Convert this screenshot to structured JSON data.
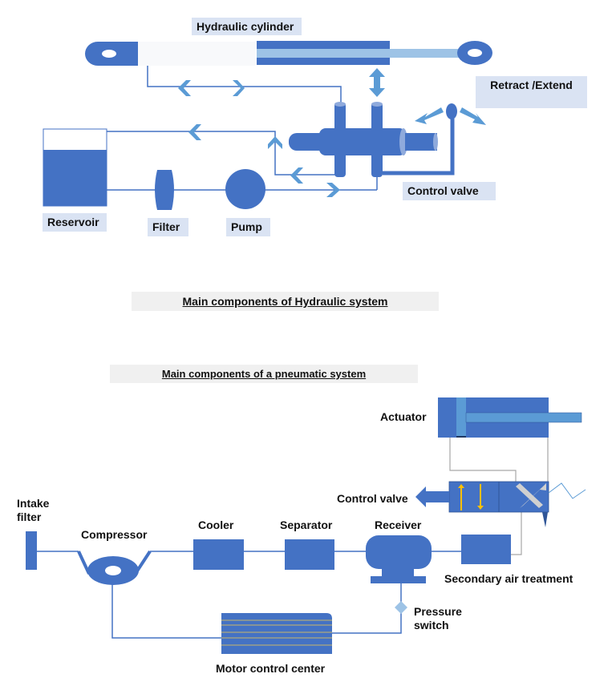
{
  "colors": {
    "component_blue": "#4472c4",
    "light_blue": "#9dc3e6",
    "arrow_blue": "#5b9bd5",
    "label_bg": "#dae3f3",
    "title_bg": "#f0f0f0",
    "valve_yellow": "#ffc000",
    "cross_gray": "#d0d0d0",
    "line_gray": "#a6a6a6"
  },
  "hydraulic": {
    "title": "Main components of Hydraulic system",
    "labels": {
      "cylinder": "Hydraulic cylinder",
      "retract_extend": "Retract /Extend",
      "control_valve": "Control valve",
      "reservoir": "Reservoir",
      "filter": "Filter",
      "pump": "Pump"
    }
  },
  "pneumatic": {
    "title": "Main components of a pneumatic system",
    "labels": {
      "actuator": "Actuator",
      "control_valve": "Control valve",
      "intake_filter_line1": "Intake",
      "intake_filter_line2": "filter",
      "compressor": "Compressor",
      "cooler": "Cooler",
      "separator": "Separator",
      "receiver": "Receiver",
      "secondary_air_treatment": "Secondary air treatment",
      "pressure_switch_line1": "Pressure",
      "pressure_switch_line2": "switch",
      "motor_control_center": "Motor control center"
    }
  }
}
